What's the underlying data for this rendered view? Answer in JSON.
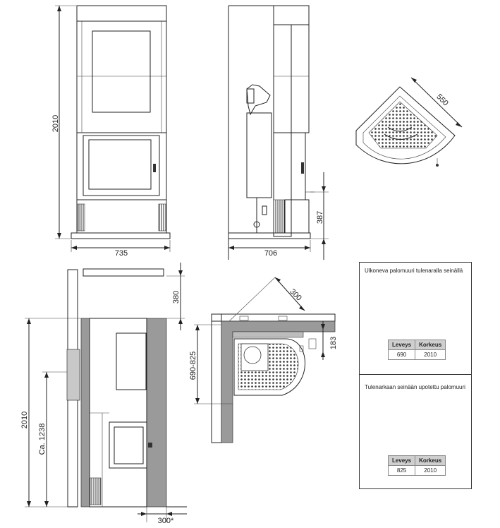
{
  "dimensions": {
    "front_height": "2010",
    "front_width": "735",
    "side_width": "706",
    "side_height_low": "387",
    "corner_width": "550",
    "section_top": "380",
    "section_height": "2010",
    "section_ca": "Ca. 1238",
    "section_offset": "300*",
    "plan_300": "300",
    "plan_range": "690-825",
    "plan_183": "183"
  },
  "panel": {
    "title_1": "Ulkoneva palomuuri tulenaralla seinällä",
    "title_2": "Tulenarkaan seinään upotettu palomuuri",
    "table_headers": [
      "Leveys",
      "Korkeus"
    ],
    "table_1": [
      "690",
      "2010"
    ],
    "table_2": [
      "825",
      "2010"
    ]
  }
}
